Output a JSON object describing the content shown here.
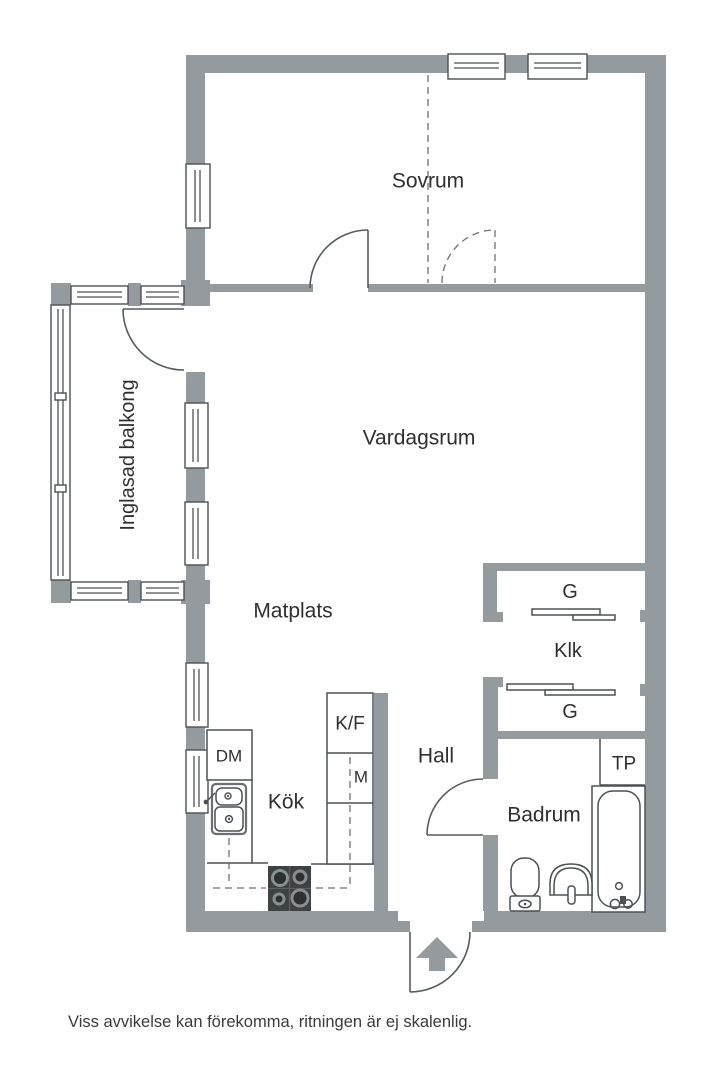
{
  "floorplan": {
    "rooms": {
      "sovrum": "Sovrum",
      "vardagsrum": "Vardagsrum",
      "matplats": "Matplats",
      "inglasad_balkong": "Inglasad balkong",
      "kok": "Kök",
      "hall": "Hall",
      "klk": "Klk",
      "badrum": "Badrum"
    },
    "fixtures": {
      "dm": "DM",
      "kf": "K/F",
      "m": "M",
      "tp": "TP",
      "g_upper": "G",
      "g_lower": "G"
    },
    "disclaimer": "Viss avvikelse kan förekomma, ritningen är ej skalenlig.",
    "colors": {
      "wall": "#959a9e",
      "line": "#565b5e",
      "fixture_line": "#4d5154",
      "text": "#2f2f2f",
      "stove": "#3d4245",
      "dash": "#6d7174"
    }
  }
}
